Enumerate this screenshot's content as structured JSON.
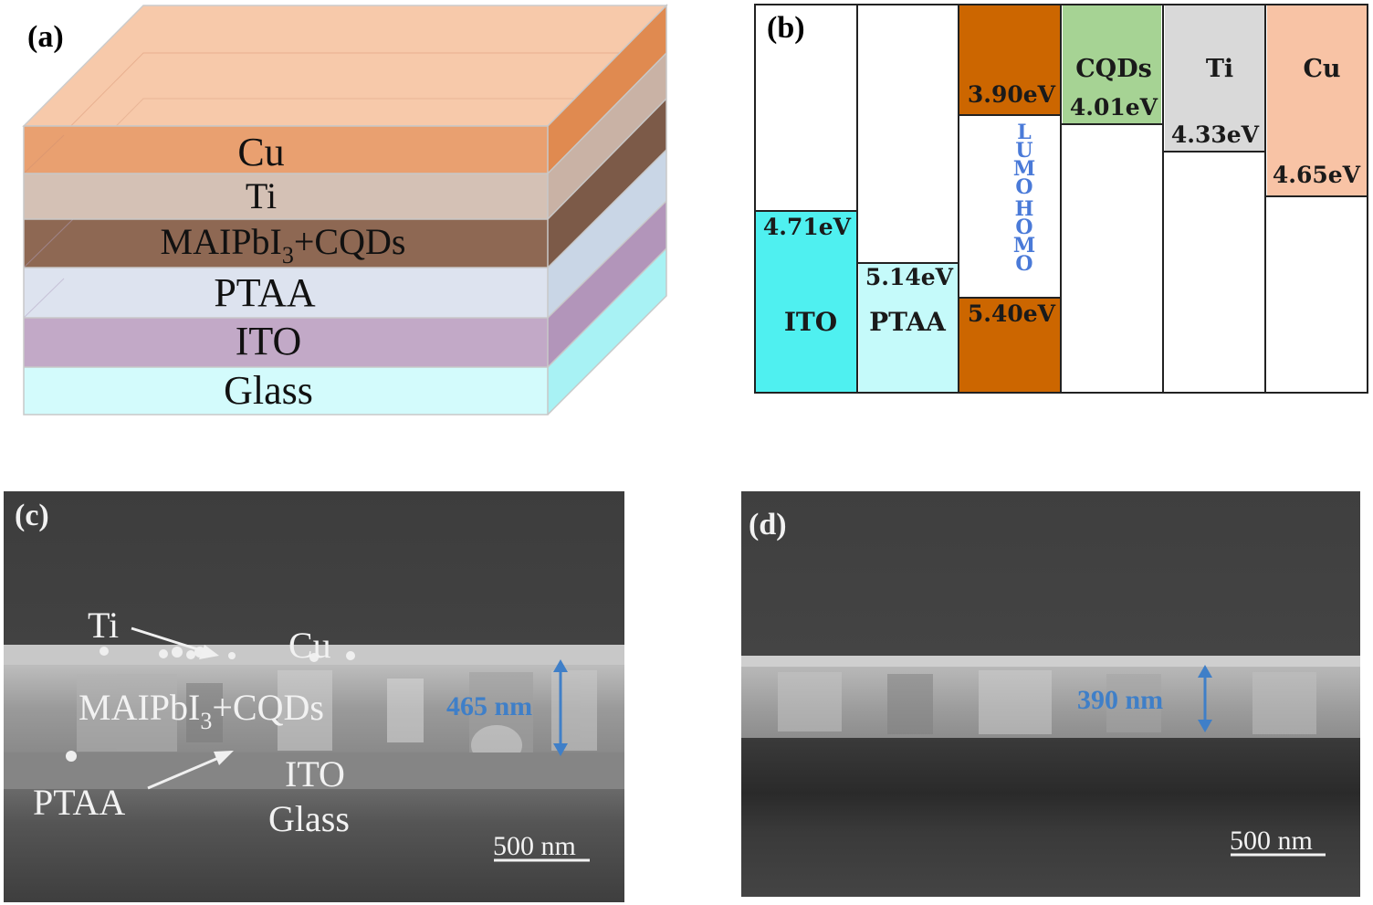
{
  "panels": {
    "a": {
      "label": "(a)",
      "layers": [
        "Cu",
        "Ti",
        "MAIPbI3+CQDs",
        "PTAA",
        "ITO",
        "Glass"
      ],
      "perovskite_label": {
        "base": "MAIPbI",
        "sub": "3",
        "rest": "+CQDs"
      },
      "colors": {
        "Cu": "#e8a070",
        "Ti": "#d3bfb3",
        "MAIPbI3+CQDs": "#8d6650",
        "PTAA": "#dce2ee",
        "ITO": "#c3a9c8",
        "Glass": "#d4fbfc"
      }
    },
    "b": {
      "label": "(b)",
      "columns": [
        {
          "name": "ITO",
          "upper_value": "4.71eV",
          "lower_value": "",
          "color": "#4ff0f0"
        },
        {
          "name": "PTAA",
          "upper_value": "5.14eV",
          "lower_value": "",
          "color": "#c5fafa"
        },
        {
          "name": "LUMO/HOMO",
          "upper_value": "3.90eV",
          "lower_value": "5.40eV",
          "color": "#cc6600",
          "vertical_text": "LUMO HOMO"
        },
        {
          "name": "CQDs",
          "upper_value": "4.01eV",
          "lower_value": "",
          "color": "#a6d394"
        },
        {
          "name": "Ti",
          "upper_value": "4.33eV",
          "lower_value": "",
          "color": "#d9d9d9"
        },
        {
          "name": "Cu",
          "upper_value": "4.65eV",
          "lower_value": "",
          "color": "#f8c3a5"
        }
      ],
      "vertical_text_chars": [
        "L",
        "U",
        "M",
        "O",
        "H",
        "O",
        "M",
        "O"
      ],
      "vertical_text_color": "#4a7ad8"
    },
    "c": {
      "label": "(c)",
      "annotations": {
        "ti": "Ti",
        "cu": "Cu",
        "perovskite": {
          "base": "MAIPbI",
          "sub": "3",
          "rest": "+CQDs"
        },
        "ptaa": "PTAA",
        "ito": "ITO",
        "glass": "Glass",
        "thickness": "465 nm",
        "scale": "500 nm"
      }
    },
    "d": {
      "label": "(d)",
      "annotations": {
        "thickness": "390 nm",
        "scale": "500 nm"
      }
    }
  }
}
